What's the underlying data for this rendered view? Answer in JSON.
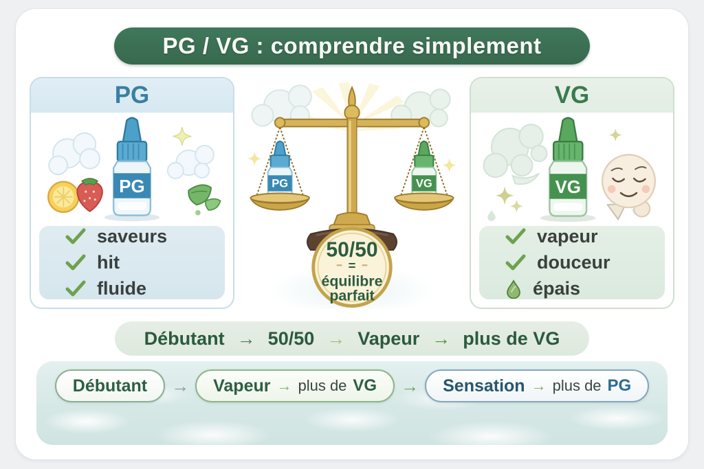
{
  "title": "PG / VG : comprendre simplement",
  "pg_panel": {
    "header": "PG",
    "bottle_label": "PG",
    "items": [
      {
        "icon": "check",
        "label": "saveurs"
      },
      {
        "icon": "check",
        "label": "hit"
      },
      {
        "icon": "check",
        "label": "fluide"
      }
    ]
  },
  "vg_panel": {
    "header": "VG",
    "bottle_label": "VG",
    "items": [
      {
        "icon": "check",
        "label": "vapeur"
      },
      {
        "icon": "check",
        "label": "douceur"
      },
      {
        "icon": "droplet",
        "label": "épais"
      }
    ]
  },
  "scale": {
    "left_bottle": "PG",
    "right_bottle": "VG",
    "badge": {
      "ratio": "50/50",
      "equals": "=",
      "line1": "équilibre",
      "line2": "parfait"
    }
  },
  "flow1": {
    "arrow": "→",
    "steps": [
      "Débutant",
      "50/50",
      "Vapeur",
      "plus de VG"
    ]
  },
  "flow2": {
    "arrow": "→",
    "pills": [
      {
        "title": "Débutant"
      },
      {
        "title": "Vapeur",
        "suffix_plain": "plus de",
        "suffix_bold": "VG"
      },
      {
        "title": "Sensation",
        "suffix_plain": "plus de",
        "suffix_bold": "PG"
      }
    ]
  },
  "colors": {
    "banner_green": "#3b7153",
    "pg_blue": "#3a7fa0",
    "vg_green": "#3a7b4d",
    "check_green": "#6ea24e",
    "flow_text_green": "#2b5a3e",
    "sensation_blue": "#27566e",
    "badge_gold": "#c3a34b",
    "badge_cream": "#faf3d9"
  }
}
